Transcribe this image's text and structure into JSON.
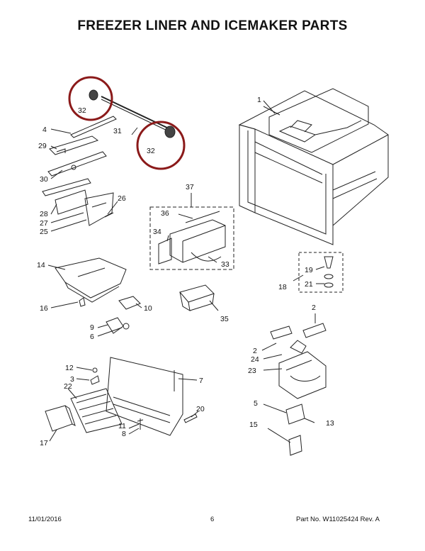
{
  "title": "FREEZER LINER AND ICEMAKER PARTS",
  "callouts": [
    {
      "id": "c1",
      "label": "1"
    },
    {
      "id": "c2a",
      "label": "2"
    },
    {
      "id": "c2b",
      "label": "2"
    },
    {
      "id": "c3",
      "label": "3"
    },
    {
      "id": "c4",
      "label": "4"
    },
    {
      "id": "c5",
      "label": "5"
    },
    {
      "id": "c6",
      "label": "6"
    },
    {
      "id": "c7",
      "label": "7"
    },
    {
      "id": "c8",
      "label": "8"
    },
    {
      "id": "c9",
      "label": "9"
    },
    {
      "id": "c10",
      "label": "10"
    },
    {
      "id": "c11",
      "label": "11"
    },
    {
      "id": "c12",
      "label": "12"
    },
    {
      "id": "c13",
      "label": "13"
    },
    {
      "id": "c14",
      "label": "14"
    },
    {
      "id": "c15",
      "label": "15"
    },
    {
      "id": "c16",
      "label": "16"
    },
    {
      "id": "c17",
      "label": "17"
    },
    {
      "id": "c18",
      "label": "18"
    },
    {
      "id": "c19",
      "label": "19"
    },
    {
      "id": "c20",
      "label": "20"
    },
    {
      "id": "c21",
      "label": "21"
    },
    {
      "id": "c22",
      "label": "22"
    },
    {
      "id": "c23",
      "label": "23"
    },
    {
      "id": "c24",
      "label": "24"
    },
    {
      "id": "c25",
      "label": "25"
    },
    {
      "id": "c26",
      "label": "26"
    },
    {
      "id": "c27",
      "label": "27"
    },
    {
      "id": "c28",
      "label": "28"
    },
    {
      "id": "c29",
      "label": "29"
    },
    {
      "id": "c30",
      "label": "30"
    },
    {
      "id": "c31",
      "label": "31"
    },
    {
      "id": "c32a",
      "label": "32"
    },
    {
      "id": "c32b",
      "label": "32"
    },
    {
      "id": "c33",
      "label": "33"
    },
    {
      "id": "c34",
      "label": "34"
    },
    {
      "id": "c35",
      "label": "35"
    },
    {
      "id": "c36",
      "label": "36"
    },
    {
      "id": "c37",
      "label": "37"
    }
  ],
  "highlight_color": "#8b1a1a",
  "footer": {
    "date": "11/01/2016",
    "page": "6",
    "part_info": "Part No.  W11025424  Rev.  A"
  }
}
